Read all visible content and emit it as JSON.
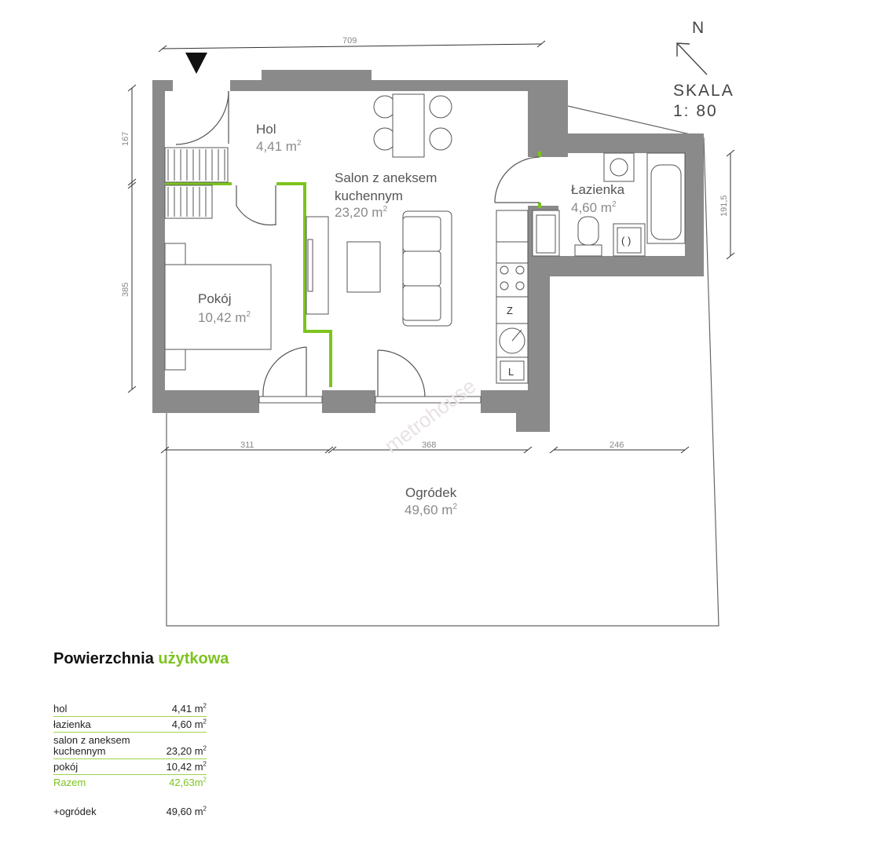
{
  "rooms": [
    {
      "name": "Hol",
      "area": "4,41 m",
      "unit_sup": "2"
    },
    {
      "name_line1": "Salon z aneksem",
      "name_line2": "kuchennym",
      "area": "23,20 m",
      "unit_sup": "2"
    },
    {
      "name": "Łazienka",
      "area": "4,60 m",
      "unit_sup": "2"
    },
    {
      "name": "Pokój",
      "area": "10,42 m",
      "unit_sup": "2"
    },
    {
      "name": "Ogródek",
      "area": "49,60 m",
      "unit_sup": "2"
    }
  ],
  "dimensions": {
    "top": "709",
    "left_top": "167",
    "left_main": "385",
    "right_bath": "191,5",
    "bottom_1": "311",
    "bottom_2": "368",
    "bottom_3": "246"
  },
  "compass": {
    "north": "N",
    "scale_label": "SKALA",
    "scale_value": "1: 80"
  },
  "fixtures": {
    "fridge": "Z",
    "dishwasher": "L",
    "bath_sink_mark": "( )"
  },
  "watermark": "metrohouse",
  "summary": {
    "title_part1": "Powierzchnia",
    "title_part2": "użytkowa",
    "rows": [
      {
        "label": "hol",
        "value": "4,41 m",
        "sup": "2"
      },
      {
        "label": "łazienka",
        "value": "4,60 m",
        "sup": "2"
      },
      {
        "label": "salon z aneksem kuchennym",
        "value": "23,20 m",
        "sup": "2"
      },
      {
        "label": "pokój",
        "value": "10,42 m",
        "sup": "2"
      }
    ],
    "total": {
      "label": "Razem",
      "value": "42,63m",
      "sup": "2"
    },
    "extra": {
      "label": "+ogródek",
      "value": "49,60 m",
      "sup": "2"
    }
  },
  "colors": {
    "wall": "#8a8a8a",
    "accent": "#7cc41e",
    "line": "#555555"
  }
}
